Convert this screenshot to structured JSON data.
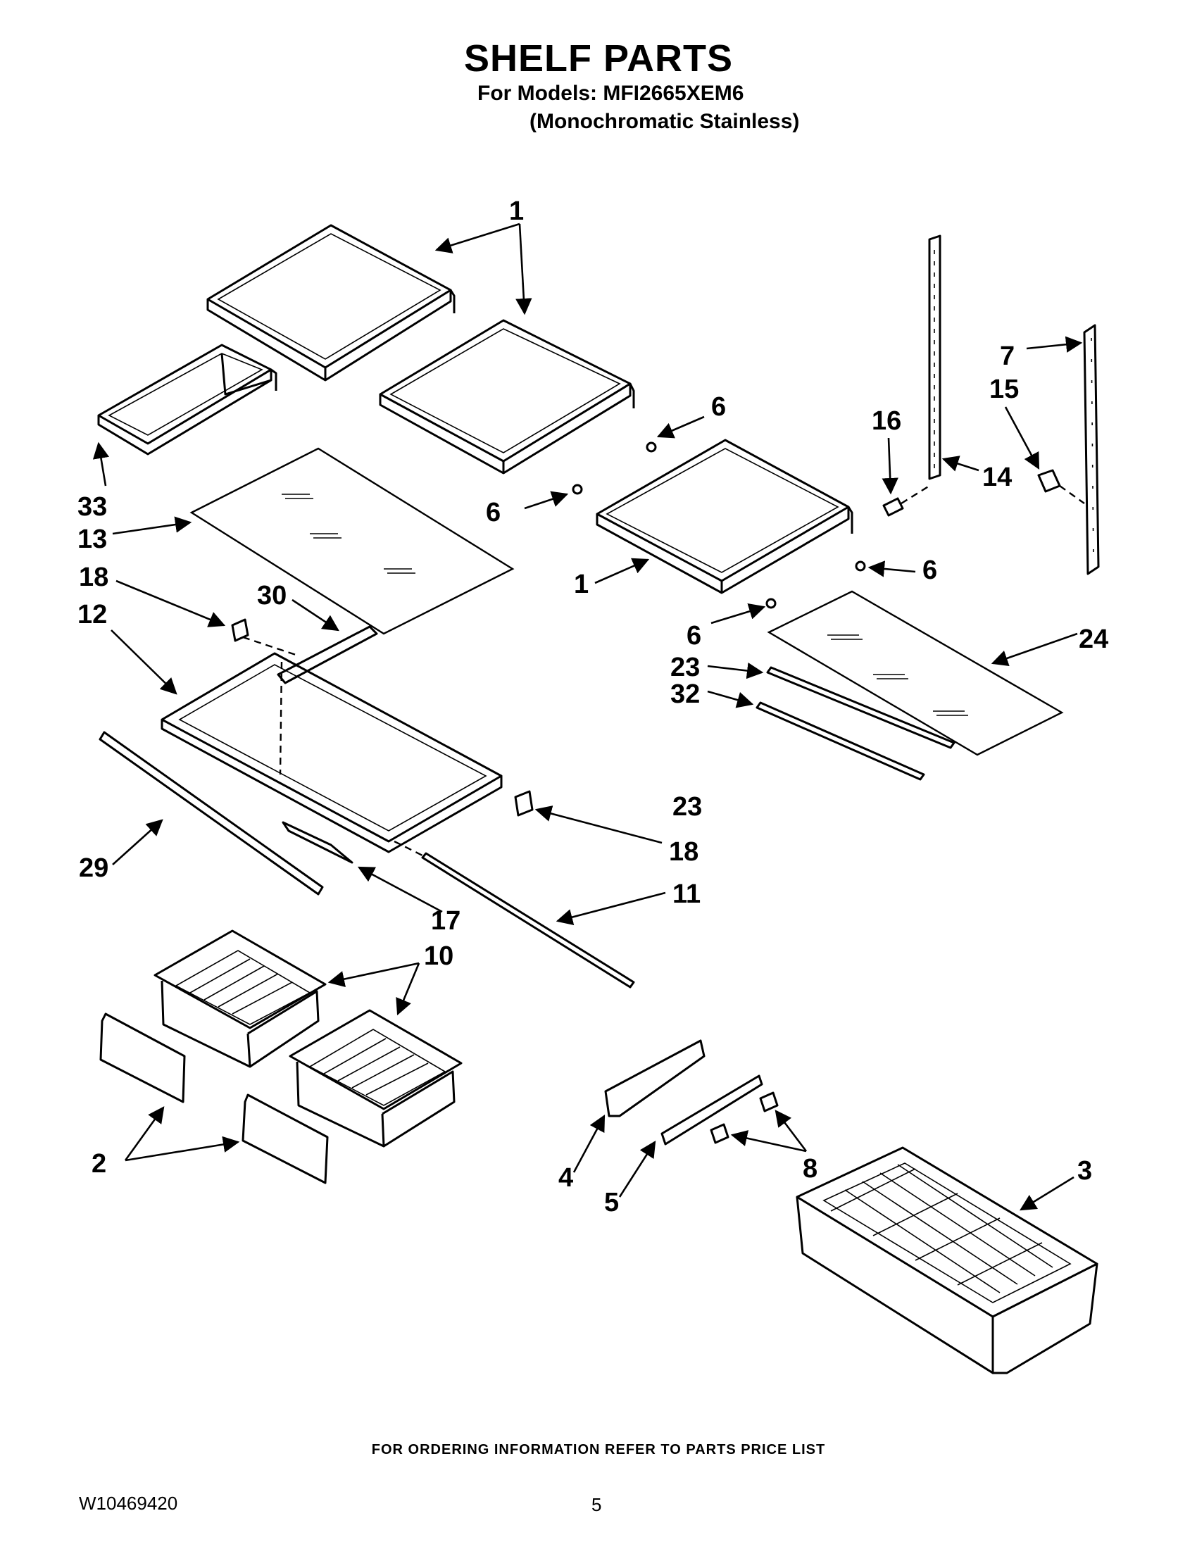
{
  "header": {
    "title": "SHELF PARTS",
    "models_line": "For Models: MFI2665XEM6",
    "finish_line": "(Monochromatic Stainless)"
  },
  "callouts": [
    {
      "id": "c1a",
      "label": "1"
    },
    {
      "id": "c1b",
      "label": "1"
    },
    {
      "id": "c2",
      "label": "2"
    },
    {
      "id": "c3",
      "label": "3"
    },
    {
      "id": "c4",
      "label": "4"
    },
    {
      "id": "c5",
      "label": "5"
    },
    {
      "id": "c6a",
      "label": "6"
    },
    {
      "id": "c6b",
      "label": "6"
    },
    {
      "id": "c6c",
      "label": "6"
    },
    {
      "id": "c6d",
      "label": "6"
    },
    {
      "id": "c7",
      "label": "7"
    },
    {
      "id": "c8",
      "label": "8"
    },
    {
      "id": "c10",
      "label": "10"
    },
    {
      "id": "c11",
      "label": "11"
    },
    {
      "id": "c12",
      "label": "12"
    },
    {
      "id": "c13",
      "label": "13"
    },
    {
      "id": "c14",
      "label": "14"
    },
    {
      "id": "c15",
      "label": "15"
    },
    {
      "id": "c16",
      "label": "16"
    },
    {
      "id": "c17",
      "label": "17"
    },
    {
      "id": "c18a",
      "label": "18"
    },
    {
      "id": "c18b",
      "label": "18"
    },
    {
      "id": "c23a",
      "label": "23"
    },
    {
      "id": "c23b",
      "label": "23"
    },
    {
      "id": "c24",
      "label": "24"
    },
    {
      "id": "c29",
      "label": "29"
    },
    {
      "id": "c30",
      "label": "30"
    },
    {
      "id": "c32",
      "label": "32"
    },
    {
      "id": "c33",
      "label": "33"
    }
  ],
  "footer": {
    "ordering_note": "FOR ORDERING INFORMATION REFER TO PARTS PRICE LIST",
    "doc_number": "W10469420",
    "page_number": "5"
  }
}
